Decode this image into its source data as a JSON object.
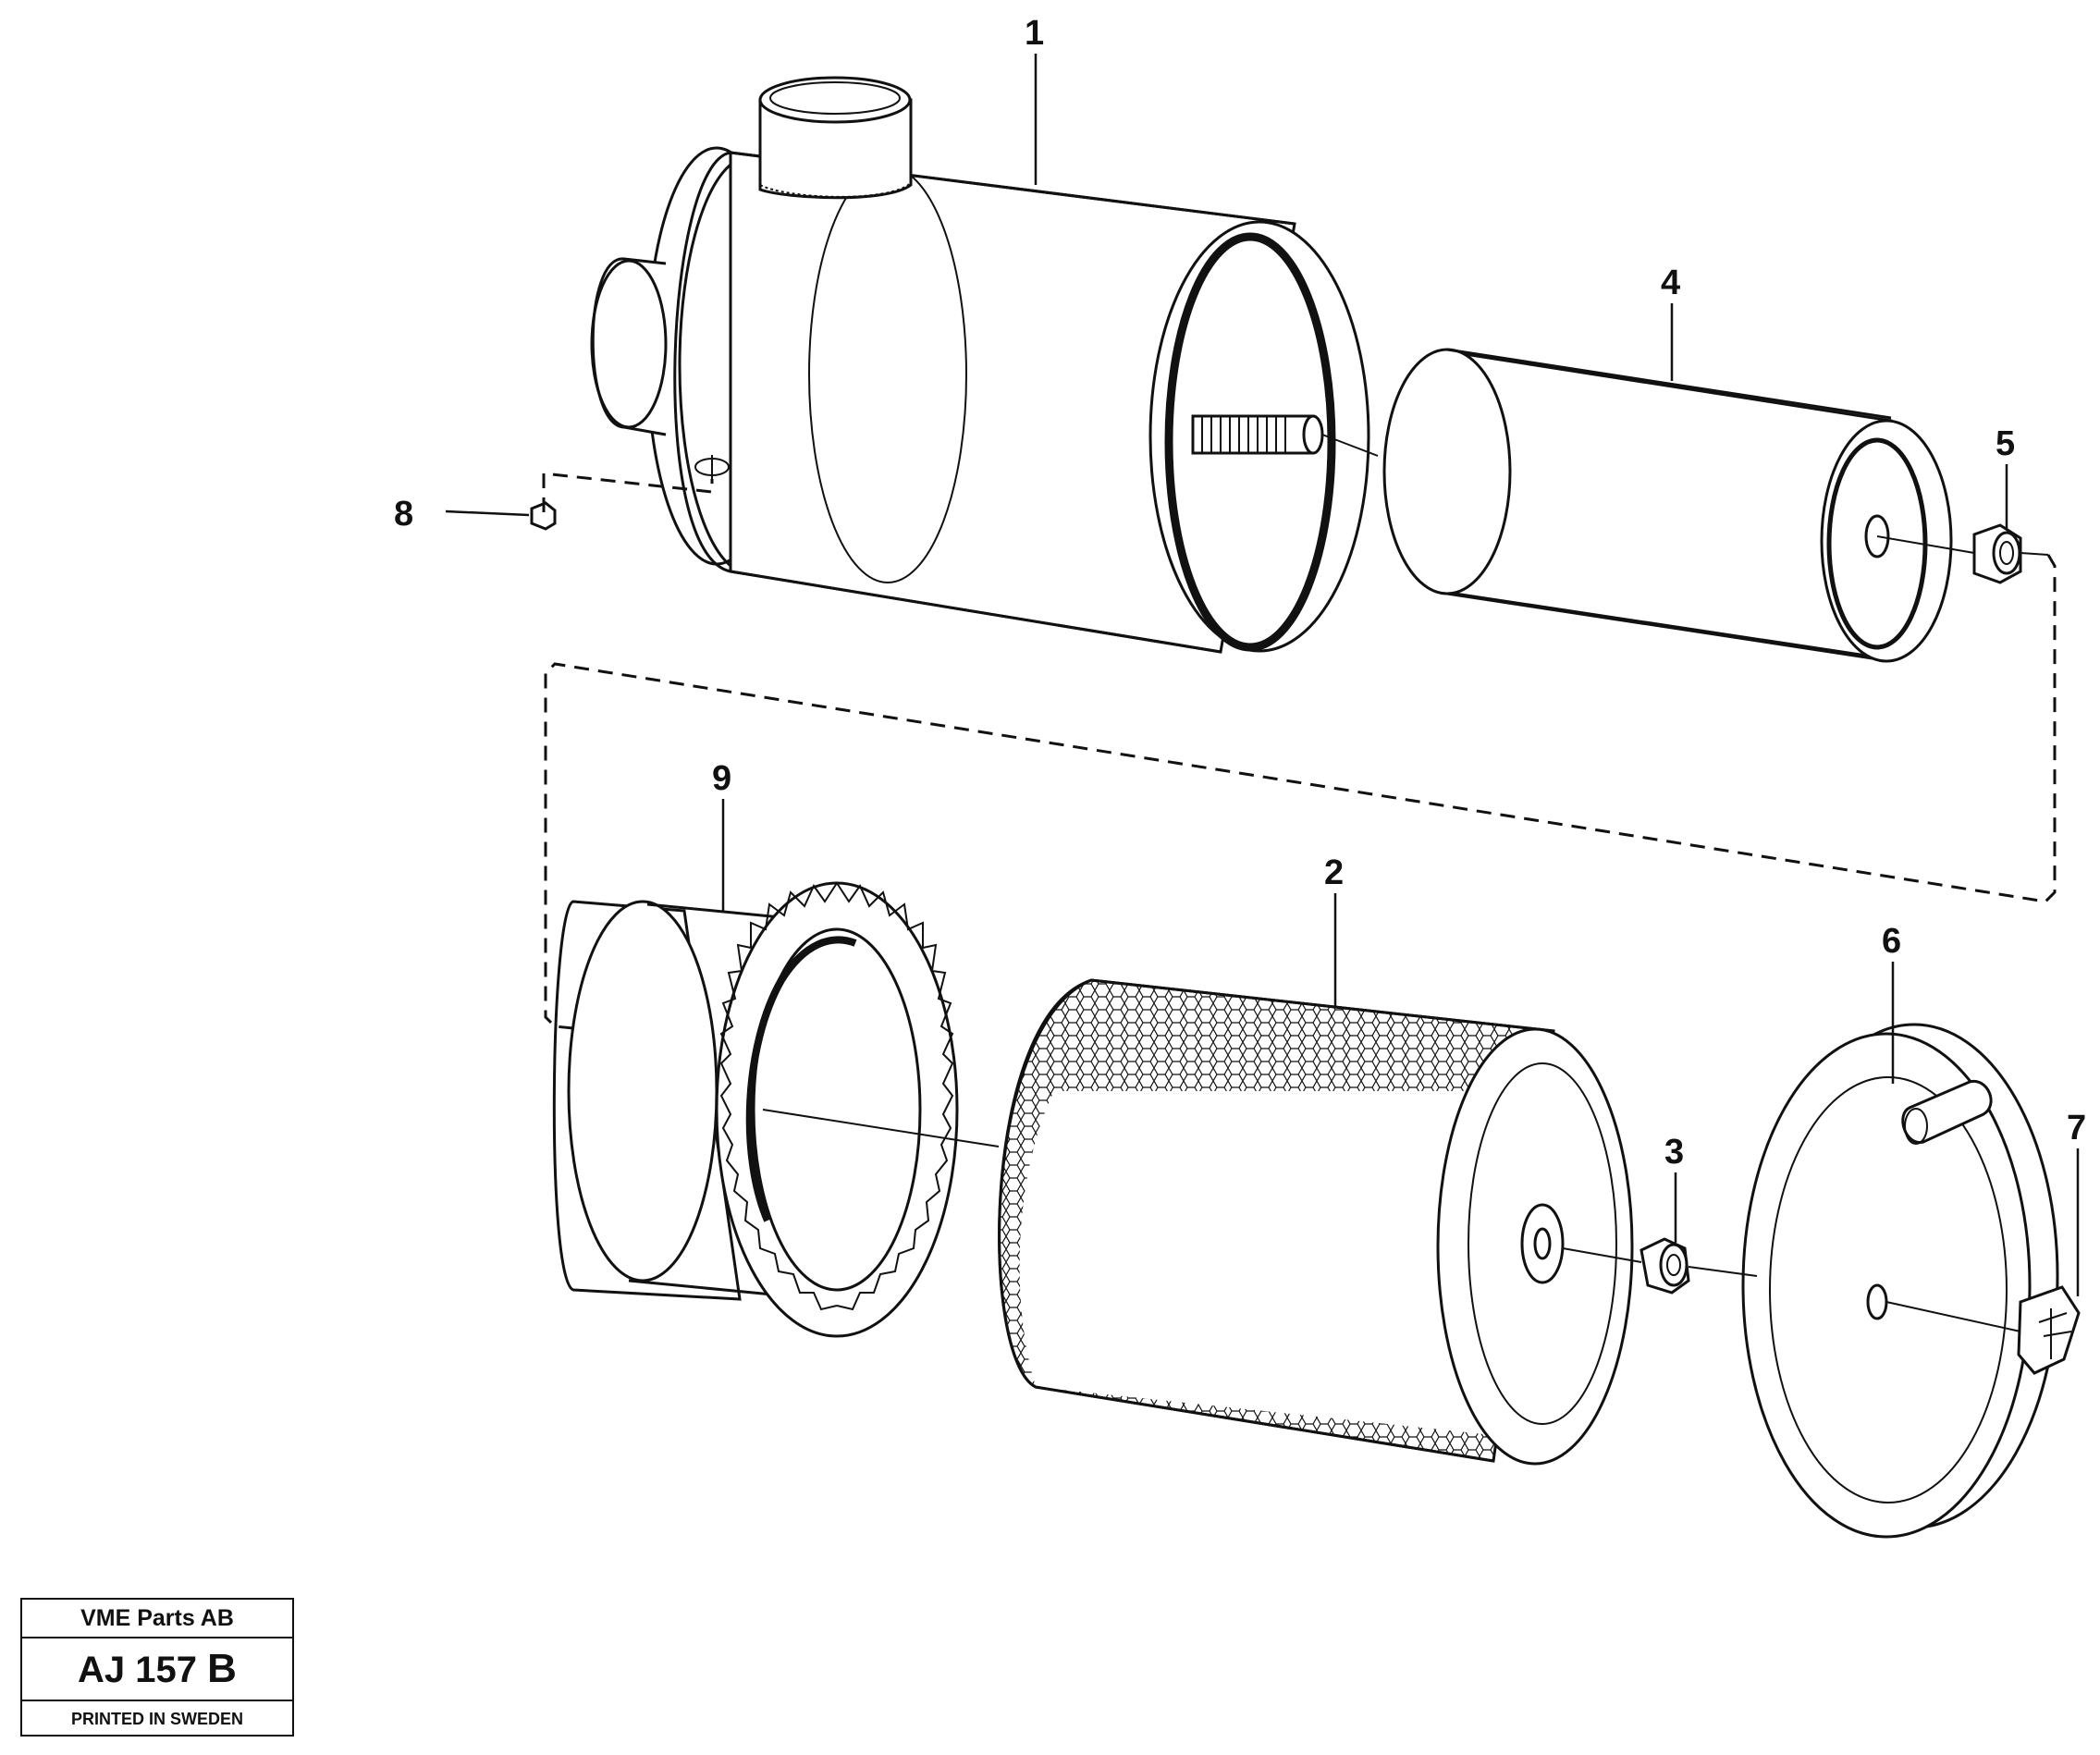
{
  "callouts": {
    "c1": "1",
    "c2": "2",
    "c3": "3",
    "c4": "4",
    "c5": "5",
    "c6": "6",
    "c7": "7",
    "c8": "8",
    "c9": "9"
  },
  "stamp": {
    "company": "VME Parts AB",
    "code": "AJ 157",
    "revision": "B",
    "printed": "PRINTED IN SWEDEN"
  }
}
